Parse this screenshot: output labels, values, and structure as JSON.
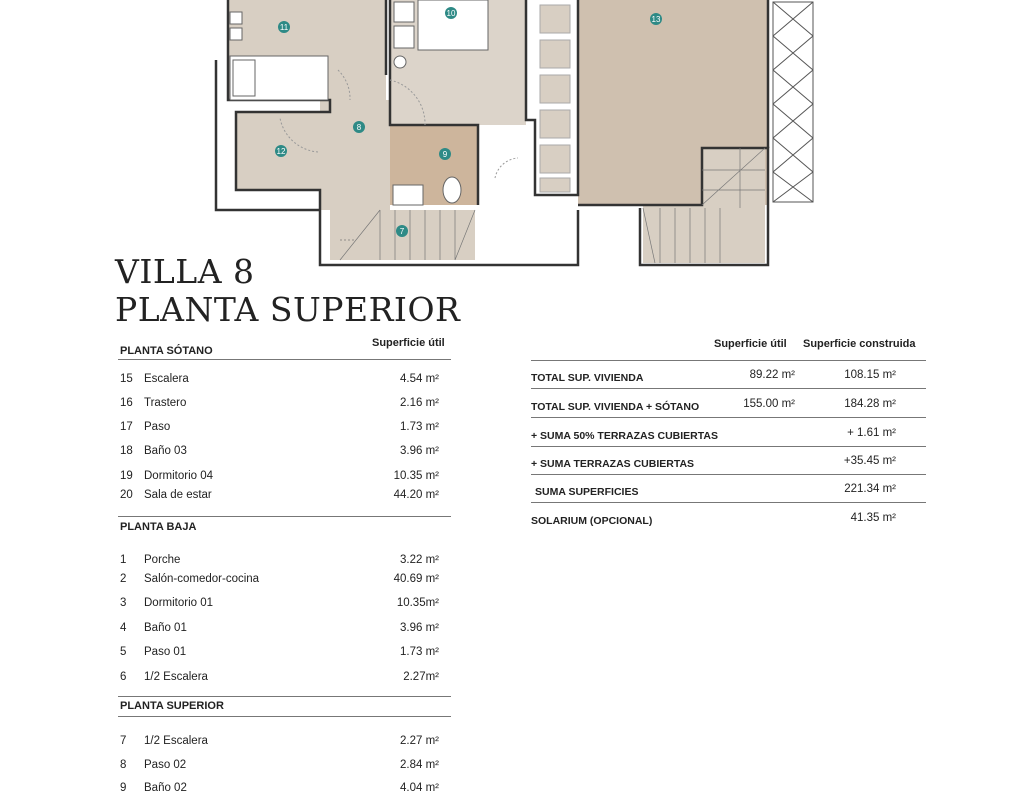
{
  "title": {
    "line1": "VILLA 8",
    "line2": "PLANTA SUPERIOR"
  },
  "plan": {
    "room_markers": [
      "7",
      "8",
      "9",
      "10",
      "11",
      "12",
      "13"
    ],
    "colors": {
      "floor": "#d8cfc3",
      "bath": "#cdb59c",
      "terrace": "#cfc0af",
      "marker": "#2e8a86",
      "wall": "#333333"
    }
  },
  "left_table": {
    "col_header": "Superficie útil",
    "sections": [
      {
        "heading": "PLANTA SÓTANO",
        "rows": [
          {
            "n": "15",
            "name": "Escalera",
            "area": "4.54 m²"
          },
          {
            "n": "16",
            "name": "Trastero",
            "area": "2.16 m²"
          },
          {
            "n": "17",
            "name": "Paso",
            "area": "1.73 m²"
          },
          {
            "n": "18",
            "name": "Baño 03",
            "area": "3.96 m²"
          },
          {
            "n": "19",
            "name": "Dormitorio 04",
            "area": "10.35 m²"
          },
          {
            "n": "20",
            "name": "Sala de estar",
            "area": "44.20 m²"
          }
        ]
      },
      {
        "heading": "PLANTA BAJA",
        "rows": [
          {
            "n": "1",
            "name": "Porche",
            "area": "3.22 m²"
          },
          {
            "n": "2",
            "name": "Salón-comedor-cocina",
            "area": "40.69 m²"
          },
          {
            "n": "3",
            "name": "Dormitorio 01",
            "area": "10.35m²"
          },
          {
            "n": "4",
            "name": "Baño 01",
            "area": "3.96 m²"
          },
          {
            "n": "5",
            "name": "Paso 01",
            "area": "1.73 m²"
          },
          {
            "n": "6",
            "name": "1/2 Escalera",
            "area": "2.27m²"
          }
        ]
      },
      {
        "heading": "PLANTA SUPERIOR",
        "rows": [
          {
            "n": "7",
            "name": "1/2 Escalera",
            "area": "2.27 m²"
          },
          {
            "n": "8",
            "name": "Paso 02",
            "area": "2.84 m²"
          },
          {
            "n": "9",
            "name": "Baño 02",
            "area": "4.04 m²"
          }
        ]
      }
    ]
  },
  "right_table": {
    "col_util": "Superficie útil",
    "col_construida": "Superficie construida",
    "rows": [
      {
        "label": "TOTAL SUP. VIVIENDA",
        "util": "89.22 m²",
        "construida": "108.15 m²"
      },
      {
        "label": "TOTAL SUP. VIVIENDA + SÓTANO",
        "util": "155.00  m²",
        "construida": "184.28 m²"
      },
      {
        "label": "+ SUMA 50% TERRAZAS CUBIERTAS",
        "util": "",
        "construida": "+ 1.61 m²"
      },
      {
        "label": "+ SUMA TERRAZAS CUBIERTAS",
        "util": "",
        "construida": "+35.45 m²"
      },
      {
        "label": "SUMA SUPERFICIES",
        "util": "",
        "construida": "221.34 m²"
      },
      {
        "label": "SOLARIUM (OPCIONAL)",
        "util": "",
        "construida": "41.35 m²"
      }
    ]
  }
}
